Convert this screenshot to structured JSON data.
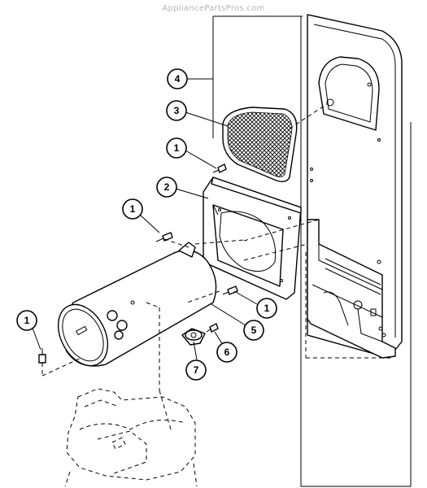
{
  "watermark": "AppliancePartsPros.com",
  "callouts": [
    {
      "id": "4",
      "label": "4"
    },
    {
      "id": "3",
      "label": "3"
    },
    {
      "id": "1a",
      "label": "1"
    },
    {
      "id": "2",
      "label": "2"
    },
    {
      "id": "1b",
      "label": "1"
    },
    {
      "id": "1c",
      "label": "1"
    },
    {
      "id": "1d",
      "label": "1"
    },
    {
      "id": "5",
      "label": "5"
    },
    {
      "id": "6",
      "label": "6"
    },
    {
      "id": "7",
      "label": "7"
    }
  ]
}
